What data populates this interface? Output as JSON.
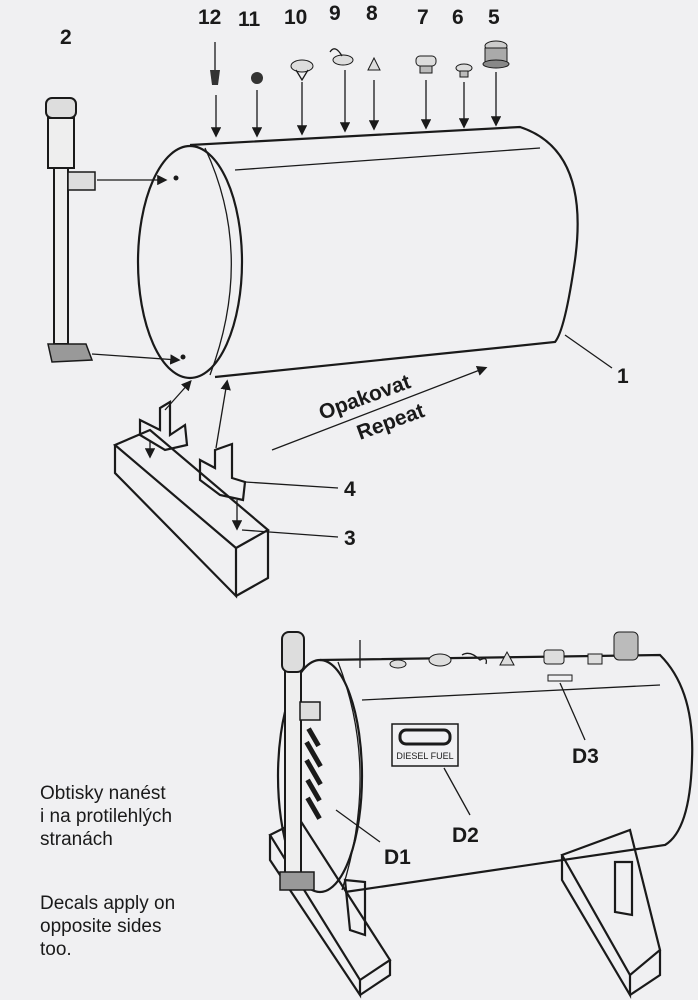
{
  "part_labels": {
    "p1": "1",
    "p2": "2",
    "p3": "3",
    "p4": "4",
    "p5": "5",
    "p6": "6",
    "p7": "7",
    "p8": "8",
    "p9": "9",
    "p10": "10",
    "p11": "11",
    "p12": "12"
  },
  "repeat": {
    "cz": "Opakovat",
    "en": "Repeat"
  },
  "decals": {
    "d1": "D1",
    "d2": "D2",
    "d3": "D3",
    "d2_text": "DIESEL FUEL"
  },
  "notes": {
    "cz": [
      "Obtisky nanést",
      "i na protilehlých",
      "stranách"
    ],
    "en": [
      "Decals apply on",
      "opposite sides",
      "too."
    ]
  },
  "colors": {
    "background": "#f0f0f2",
    "ink": "#1a1a1a"
  }
}
